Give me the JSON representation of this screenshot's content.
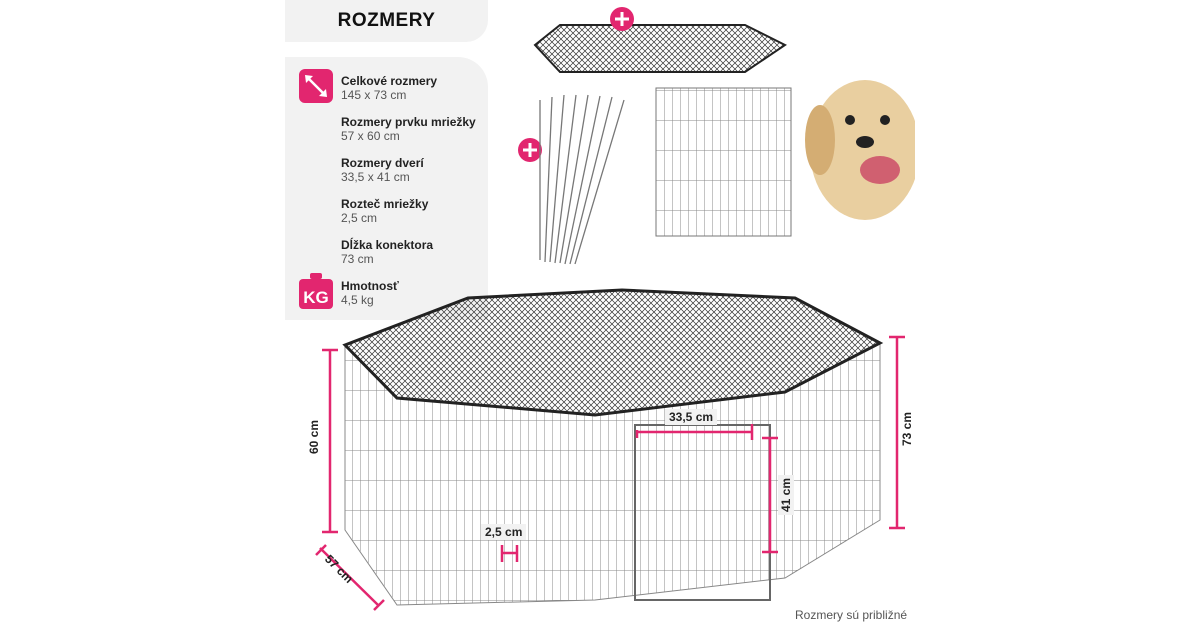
{
  "title": "ROZMERY",
  "specs": [
    {
      "label": "Celkové rozmery",
      "value": "145 x 73 cm",
      "icon": "diagonal-arrow-icon"
    },
    {
      "label": "Rozmery prvku mriežky",
      "value": "57 x 60 cm"
    },
    {
      "label": "Rozmery dverí",
      "value": "33,5 x 41 cm"
    },
    {
      "label": "Rozteč mriežky",
      "value": "2,5 cm"
    },
    {
      "label": "Dĺžka konektora",
      "value": "73 cm"
    },
    {
      "label": "Hmotnosť",
      "value": "4,5 kg",
      "icon": "weight-kg-icon"
    }
  ],
  "kg_icon_text": "KG",
  "dimensions": {
    "door_width": "33,5 cm",
    "panel_height": "60 cm",
    "total_height": "73 cm",
    "door_height": "41 cm",
    "mesh_spacing": "2,5 cm",
    "panel_width": "57 cm"
  },
  "note": "Rozmery sú približné",
  "colors": {
    "accent": "#e2266f",
    "panel_bg": "#f2f2f2"
  }
}
